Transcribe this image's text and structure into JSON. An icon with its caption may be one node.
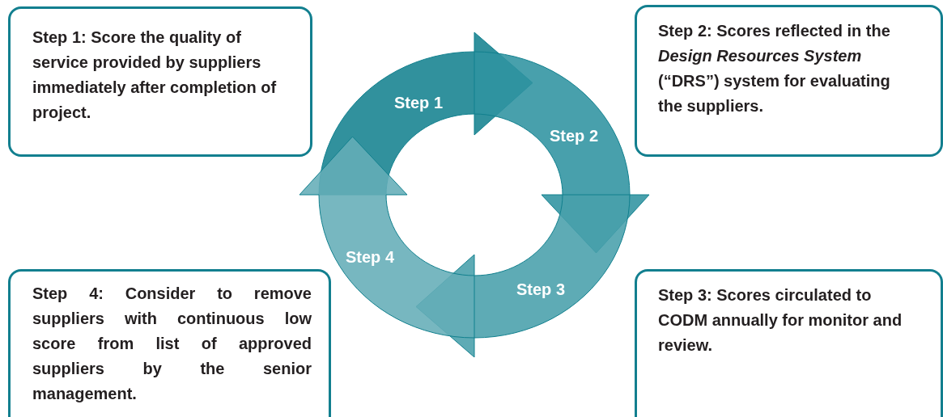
{
  "diagram": {
    "nodes": [
      {
        "text": [
          "Step 1: Score the quality of service provided by suppliers immediately after completion of project."
        ]
      },
      {
        "text": [
          "Step 2: Scores reflected in the *Design Resources System* (“DRS”) system for evaluating the suppliers."
        ]
      },
      {
        "text": [
          "Step 1"
        ]
      },
      {
        "text": [
          "Step 2"
        ]
      },
      {
        "text": [
          "Step 3"
        ]
      },
      {
        "text": [
          "Step 4"
        ]
      },
      {
        "text": [
          "Step 4: Consider to remove suppliers with continuous low score from list of approved suppliers by the senior management."
        ]
      },
      {
        "text": [
          "Step 3: Scores circulated to CODM annually for monitor and review."
        ]
      }
    ]
  }
}
